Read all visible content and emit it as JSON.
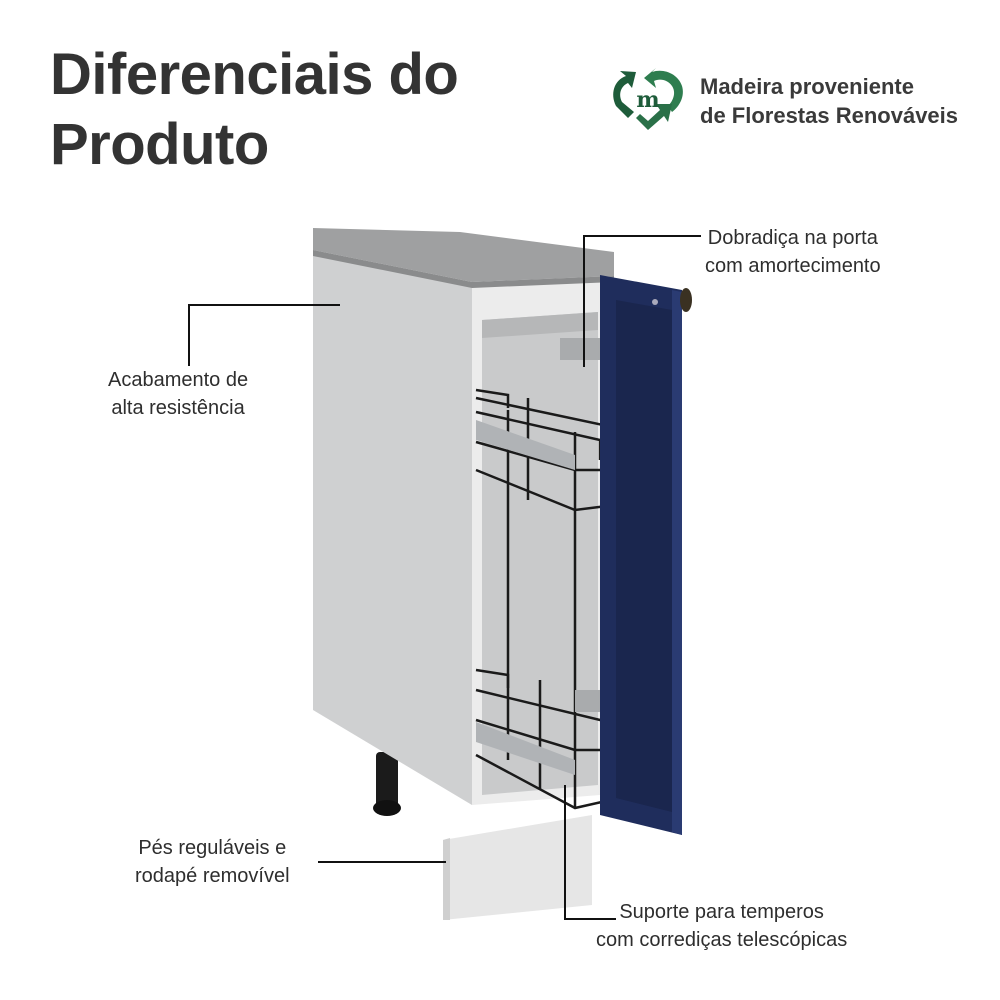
{
  "header": {
    "title_line1": "Diferenciais do",
    "title_line2": "Produto"
  },
  "badge": {
    "icon": "recycle-heart-m-icon",
    "line1": "Madeira proveniente",
    "line2": "de Florestas Renováveis",
    "color_dark": "#1e5c3a",
    "color_light": "#2e7d4f"
  },
  "callouts": [
    {
      "id": "hinge",
      "line1": "Dobradiça na porta",
      "line2": "com amortecimento"
    },
    {
      "id": "finish",
      "line1": "Acabamento de",
      "line2": "alta resistência"
    },
    {
      "id": "feet",
      "line1": "Pés reguláveis e",
      "line2": "rodapé removível"
    },
    {
      "id": "rack",
      "line1": "Suporte para temperos",
      "line2": "com corrediças telescópicas"
    }
  ],
  "product": {
    "name": "cabinet-with-spice-rack",
    "colors": {
      "countertop": "#9a9b9c",
      "body": "#e4e5e6",
      "side": "#cfd0d1",
      "door": "#1f2d5c",
      "wire": "#1a1a1a"
    }
  }
}
